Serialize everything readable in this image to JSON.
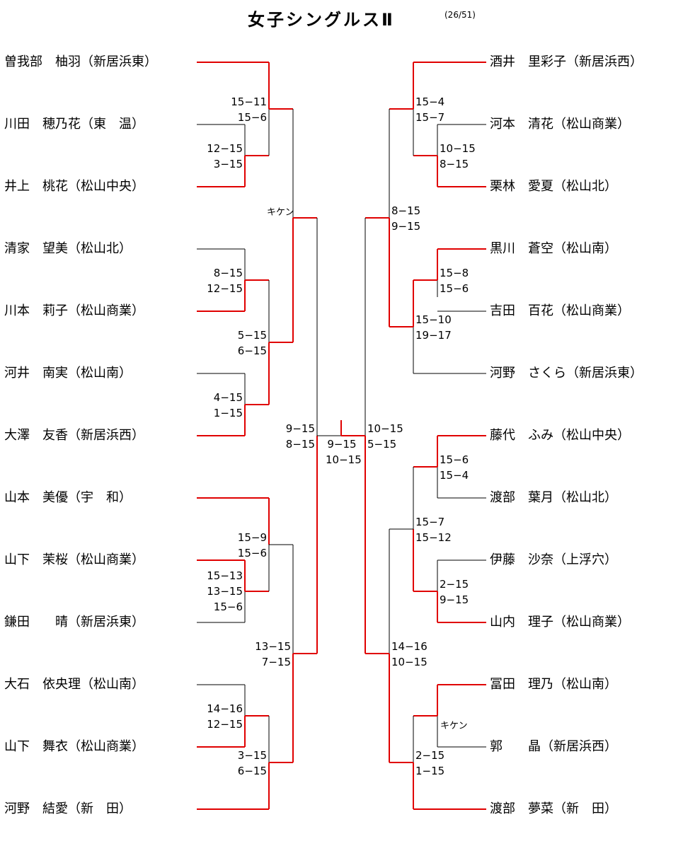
{
  "title": "女子シングルスⅡ",
  "subtitle": "(26/51)",
  "colors": {
    "winner_line": "#e00000",
    "line": "#000000"
  },
  "players_left": [
    {
      "name": "曽我部　柚羽",
      "school": "新居浜東"
    },
    {
      "name": "川田　穂乃花",
      "school": "東　温"
    },
    {
      "name": "井上　桃花",
      "school": "松山中央"
    },
    {
      "name": "清家　望美",
      "school": "松山北"
    },
    {
      "name": "川本　莉子",
      "school": "松山商業"
    },
    {
      "name": "河井　南実",
      "school": "松山南"
    },
    {
      "name": "大澤　友香",
      "school": "新居浜西"
    },
    {
      "name": "山本　美優",
      "school": "宇　和"
    },
    {
      "name": "山下　茉桜",
      "school": "松山商業"
    },
    {
      "name": "鎌田　　晴",
      "school": "新居浜東"
    },
    {
      "name": "大石　依央理",
      "school": "松山南"
    },
    {
      "name": "山下　舞衣",
      "school": "松山商業"
    },
    {
      "name": "河野　結愛",
      "school": "新　田"
    }
  ],
  "players_right": [
    {
      "name": "酒井　里彩子",
      "school": "新居浜西"
    },
    {
      "name": "河本　清花",
      "school": "松山商業"
    },
    {
      "name": "栗林　愛夏",
      "school": "松山北"
    },
    {
      "name": "黒川　蒼空",
      "school": "松山南"
    },
    {
      "name": "吉田　百花",
      "school": "松山商業"
    },
    {
      "name": "河野　さくら",
      "school": "新居浜東"
    },
    {
      "name": "藤代　ふみ",
      "school": "松山中央"
    },
    {
      "name": "渡部　葉月",
      "school": "松山北"
    },
    {
      "name": "伊藤　沙奈",
      "school": "上浮穴"
    },
    {
      "name": "山内　理子",
      "school": "松山商業"
    },
    {
      "name": "冨田　理乃",
      "school": "松山南"
    },
    {
      "name": "郭　　晶",
      "school": "新居浜西"
    },
    {
      "name": "渡部　夢菜",
      "school": "新　田"
    }
  ],
  "scores": {
    "l1": [
      "15−11",
      "15−6"
    ],
    "l2": [
      "12−15",
      "3−15"
    ],
    "l3": [
      "8−15",
      "12−15"
    ],
    "l4": [
      "5−15",
      "6−15"
    ],
    "l5": [
      "4−15",
      "1−15"
    ],
    "l6": [
      "15−9",
      "15−6"
    ],
    "l7": [
      "15−13",
      "13−15",
      "15−6"
    ],
    "l8": [
      "13−15",
      "7−15"
    ],
    "l9": [
      "14−16",
      "12−15"
    ],
    "l10": [
      "3−15",
      "6−15"
    ],
    "l11": [
      "9−15",
      "8−15"
    ],
    "final": [
      "9−15",
      "10−15"
    ],
    "r1": [
      "15−4",
      "15−7"
    ],
    "r2": [
      "10−15",
      "8−15"
    ],
    "r3": [
      "8−15",
      "9−15"
    ],
    "r4": [
      "15−8",
      "15−6"
    ],
    "r5": [
      "15−10",
      "19−17"
    ],
    "r6": [
      "10−15",
      "5−15"
    ],
    "r7": [
      "15−6",
      "15−4"
    ],
    "r8": [
      "15−7",
      "15−12"
    ],
    "r9": [
      "2−15",
      "9−15"
    ],
    "r10": [
      "14−16",
      "10−15"
    ],
    "r11": [
      "2−15",
      "1−15"
    ]
  },
  "kiken_left": "キケン",
  "kiken_right": "キケン"
}
